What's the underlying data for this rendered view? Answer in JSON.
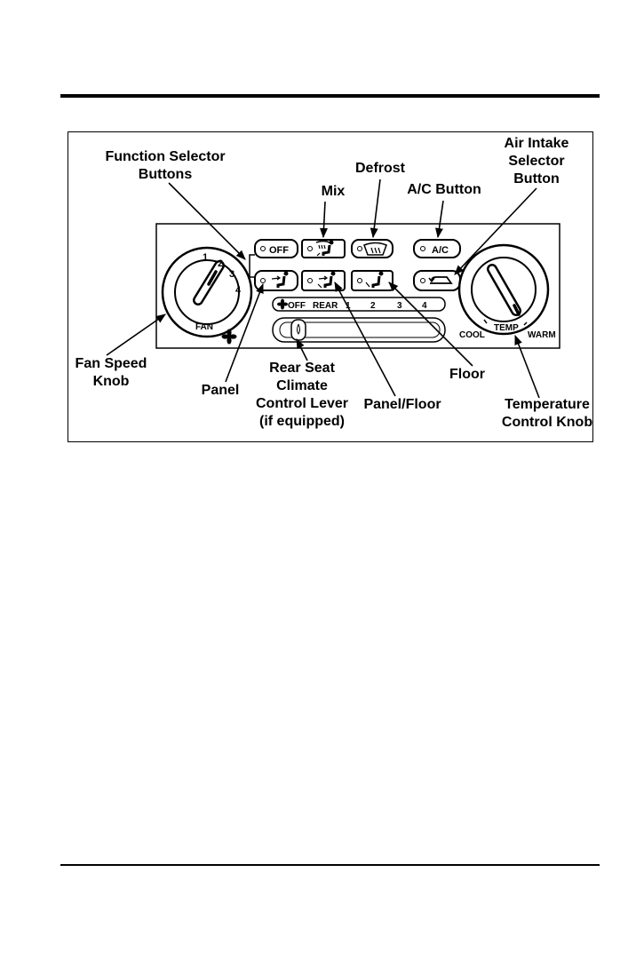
{
  "callouts": {
    "function_selector": [
      "Function Selector",
      "Buttons"
    ],
    "defrost": "Defrost",
    "mix": "Mix",
    "ac_button": "A/C Button",
    "air_intake": [
      "Air Intake",
      "Selector",
      "Button"
    ],
    "fan_speed_knob": [
      "Fan Speed",
      "Knob"
    ],
    "panel": "Panel",
    "rear_seat": [
      "Rear Seat",
      "Climate",
      "Control Lever",
      "(if equipped)"
    ],
    "panel_floor": "Panel/Floor",
    "floor": "Floor",
    "temperature_knob": [
      "Temperature",
      "Control Knob"
    ]
  },
  "control_panel": {
    "off_button": "OFF",
    "ac_button": "A/C",
    "fan_numbers": [
      "1",
      "2",
      "3",
      "4"
    ],
    "fan_label": "FAN",
    "rear_scale": [
      "OFF",
      "REAR",
      "1",
      "2",
      "3",
      "4"
    ],
    "temp_cool": "COOL",
    "temp_label": "TEMP",
    "temp_warm": "WARM"
  }
}
